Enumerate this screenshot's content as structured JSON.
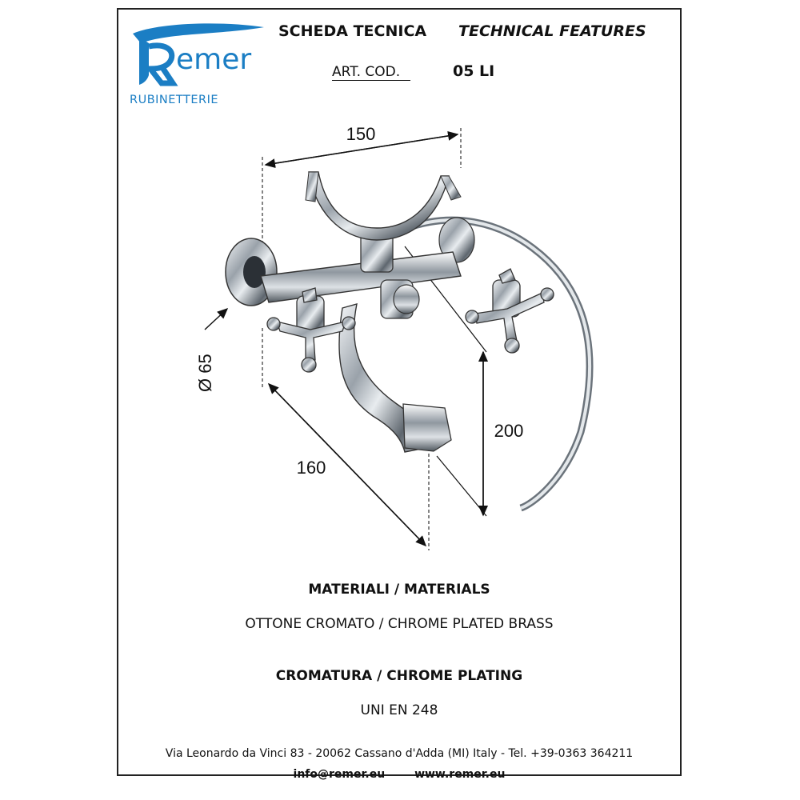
{
  "brand": {
    "logo_text": "Remer",
    "sub_text": "RUBINETTERIE",
    "color": "#1b7ec4"
  },
  "header": {
    "title_it": "SCHEDA TECNICA",
    "title_en": "TECHNICAL FEATURES",
    "art_label": "ART. COD.",
    "art_value": "05 LI"
  },
  "dimensions": {
    "width": "150",
    "diameter": "Ø 65",
    "depth": "160",
    "height": "200"
  },
  "materials": {
    "title": "MATERIALI / MATERIALS",
    "value": "OTTONE CROMATO / CHROME PLATED BRASS"
  },
  "plating": {
    "title": "CROMATURA / CHROME PLATING",
    "value": "UNI EN 248"
  },
  "footer": {
    "address": "Via Leonardo da Vinci 83 - 20062 Cassano d'Adda (MI) Italy - Tel. +39-0363 364211",
    "email": "info@remer.eu",
    "website": "www.remer.eu"
  }
}
